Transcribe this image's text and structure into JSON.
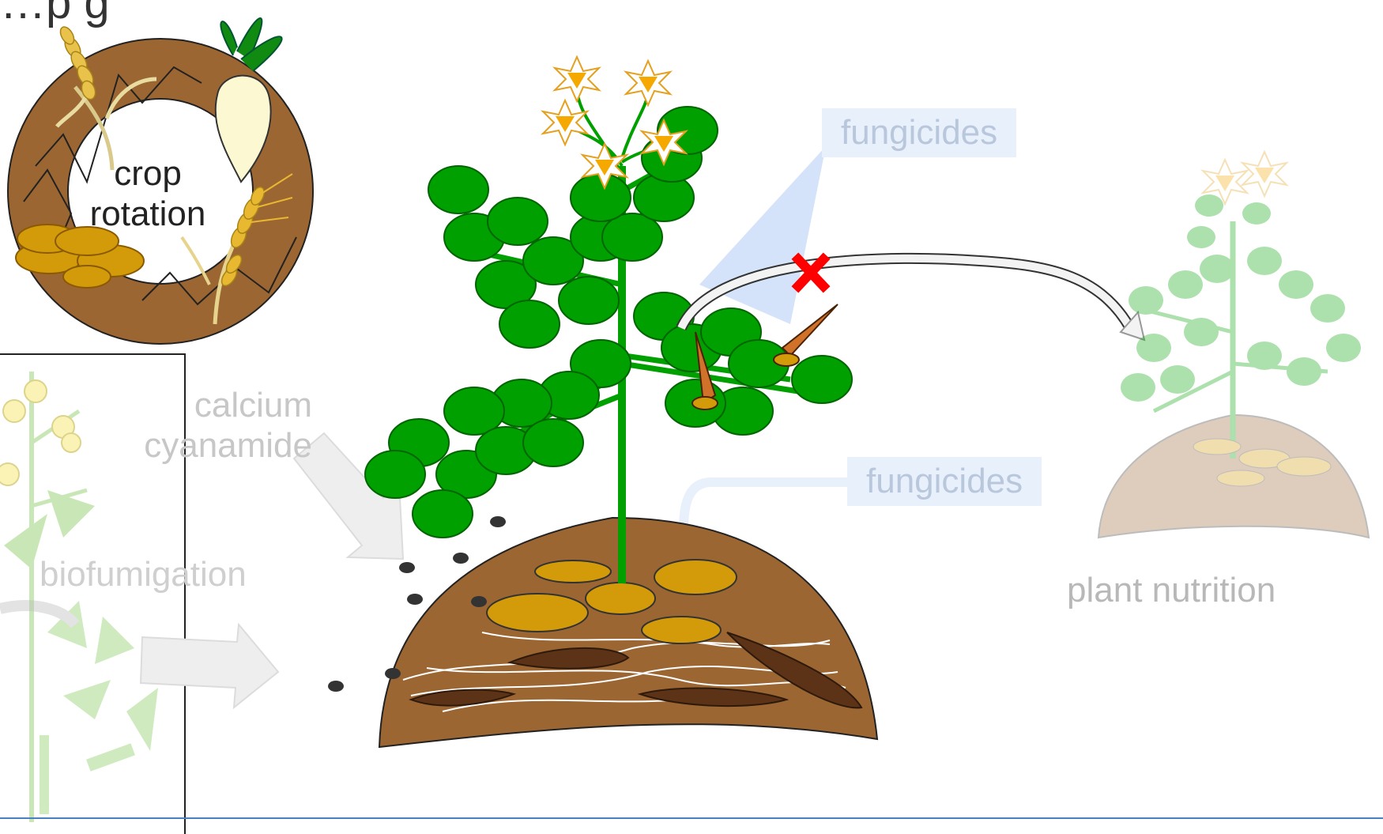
{
  "labels": {
    "title_fragment": "…p                          g",
    "crop_rotation": "crop rotation",
    "calcium_cyanamide": "calcium cyanamide",
    "biofumigation": "biofumigation",
    "fungicides_foliar": "fungicides",
    "fungicides_soil": "fungicides",
    "plant_nutrition": "plant nutrition"
  },
  "colors": {
    "soil": "#9c6633",
    "leaf": "#00a000",
    "tuber": "#d39a0a",
    "sclerotia": "#5c3317",
    "fungicide_box": "#e8f0fc",
    "blocked_mark": "#ff0000",
    "baseline": "#4a7fc1"
  }
}
